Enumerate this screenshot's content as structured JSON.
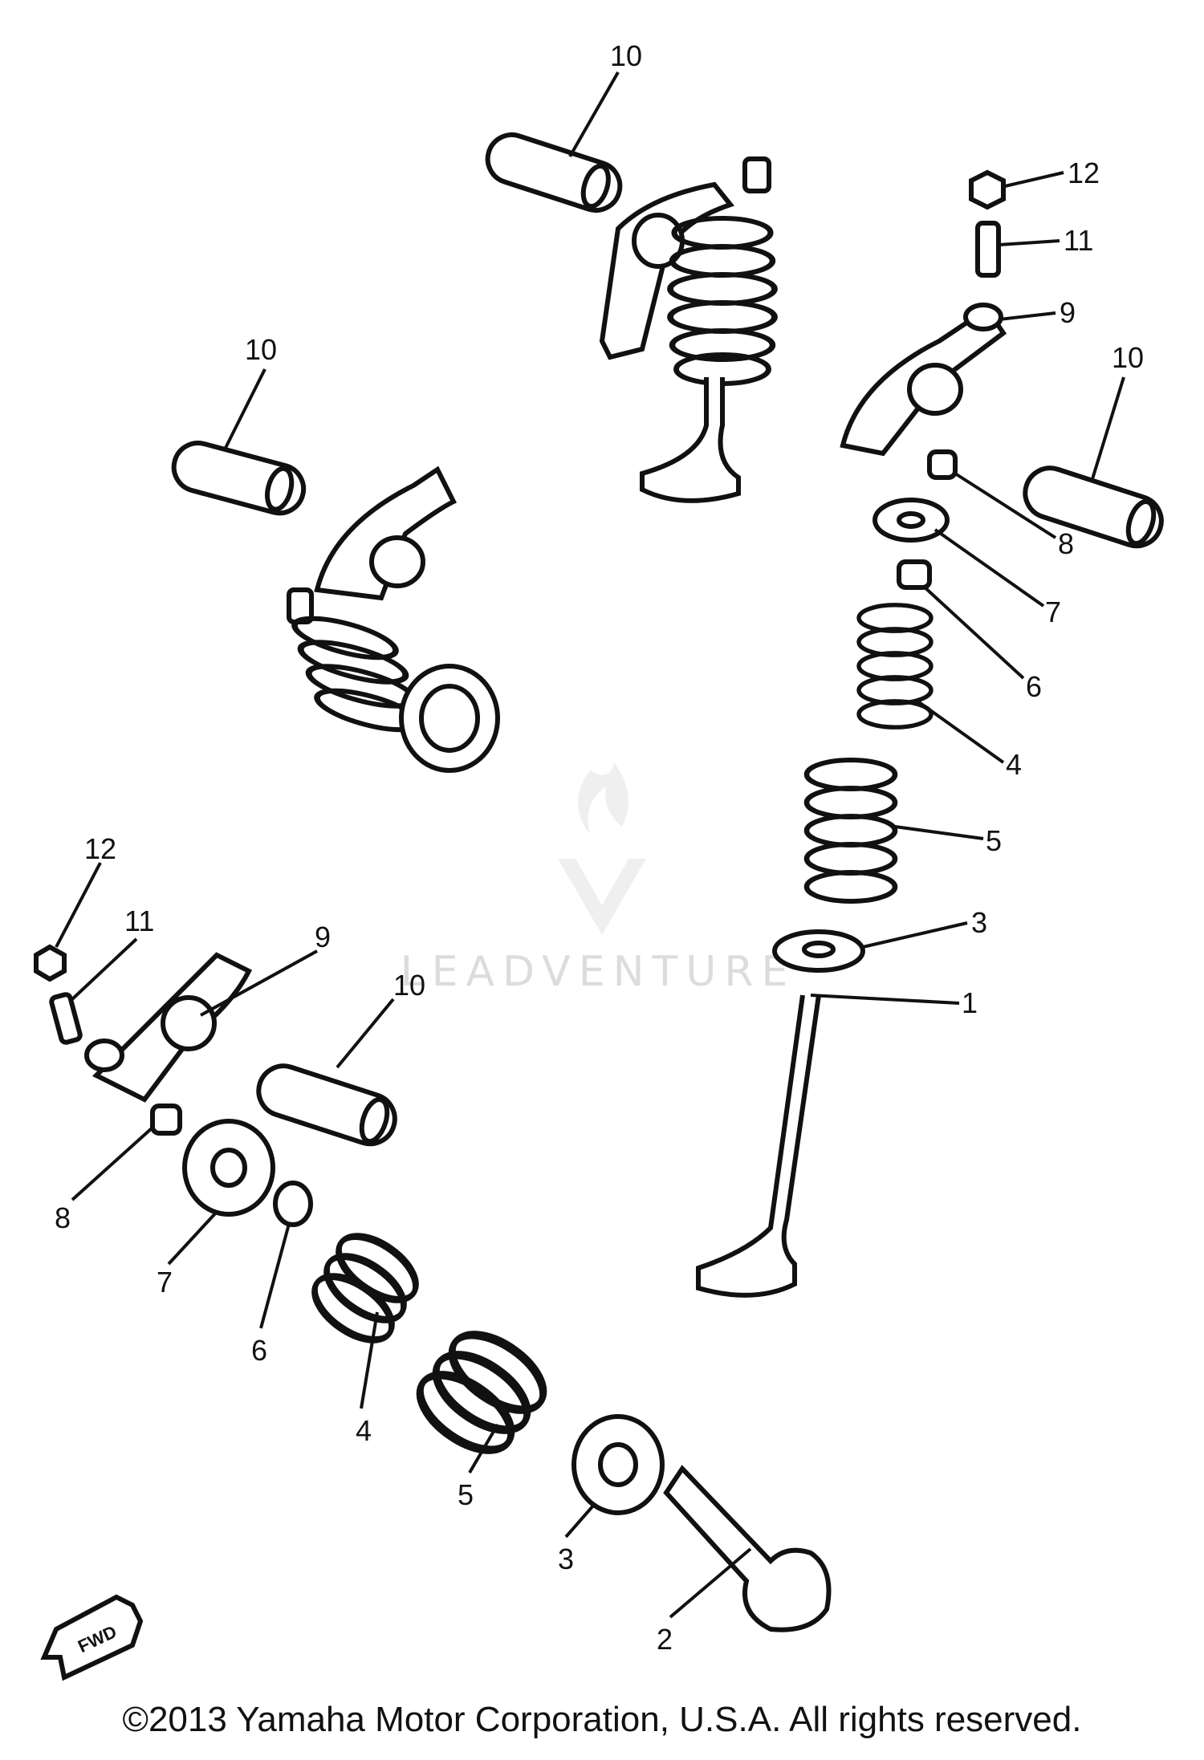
{
  "diagram": {
    "part_numbers": {
      "p1": "1",
      "p2": "2",
      "p3": "3",
      "p4": "4",
      "p5": "5",
      "p6": "6",
      "p7": "7",
      "p8": "8",
      "p9": "9",
      "p10": "10",
      "p11": "11",
      "p12": "12"
    },
    "fwd_label": "FWD",
    "watermark": "LEADVENTURE",
    "copyright": "©2013 Yamaha Motor Corporation, U.S.A. All rights reserved."
  },
  "colors": {
    "line": "#111111",
    "background": "#ffffff",
    "watermark": "#dcdcdc"
  }
}
